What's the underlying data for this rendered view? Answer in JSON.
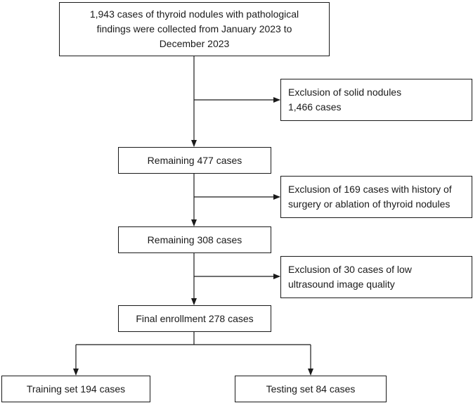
{
  "flowchart": {
    "start": {
      "lines": [
        "1,943 cases of thyroid nodules with pathological",
        "findings were collected from January 2023 to",
        "December 2023"
      ]
    },
    "exclusion_solid": {
      "lines": [
        "Exclusion of solid nodules",
        "1,466 cases"
      ]
    },
    "remaining_1": {
      "text": "Remaining 477 cases"
    },
    "exclusion_surgery": {
      "lines": [
        "Exclusion of 169 cases with history of",
        "surgery or ablation of thyroid nodules"
      ]
    },
    "remaining_2": {
      "text": "Remaining 308 cases"
    },
    "exclusion_quality": {
      "lines": [
        "Exclusion of 30 cases of low",
        "ultrasound image quality"
      ]
    },
    "final": {
      "text": "Final enrollment 278 cases"
    },
    "training": {
      "text": "Training set 194 cases"
    },
    "testing": {
      "text": "Testing set 84 cases"
    }
  },
  "colors": {
    "line": "#1a1a1a",
    "background": "#ffffff"
  }
}
